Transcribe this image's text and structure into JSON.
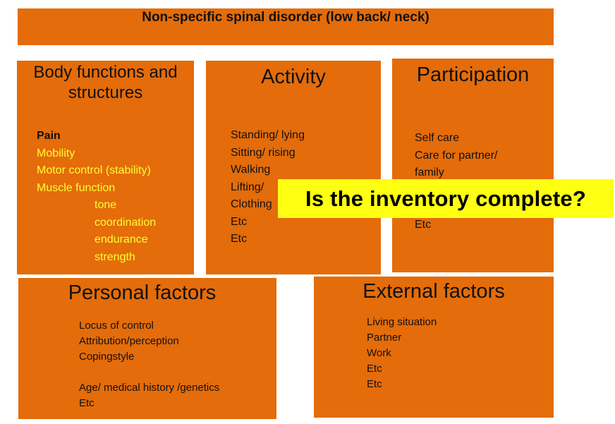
{
  "title": "Non-specific spinal disorder (low back/ neck)",
  "body_functions": {
    "heading_line1": "Body functions and",
    "heading_line2": "structures",
    "items": [
      "Pain",
      "Mobility",
      "Motor control (stability)",
      "Muscle function"
    ],
    "subitems": [
      "tone",
      "coordination",
      "endurance",
      "strength"
    ]
  },
  "activity": {
    "heading": "Activity",
    "items": [
      "Standing/ lying",
      "Sitting/ rising",
      "Walking",
      "Lifting/",
      "Clothing",
      "Etc",
      "Etc"
    ]
  },
  "participation": {
    "heading": "Participation",
    "items": [
      "Self care",
      "Care for partner/",
      "family",
      "Etc"
    ]
  },
  "personal": {
    "heading": "Personal factors",
    "items": [
      "Locus of control",
      "Attribution/perception",
      "Copingstyle",
      "",
      "Age/ medical history /genetics",
      "Etc"
    ]
  },
  "external": {
    "heading": "External factors",
    "items": [
      "Living situation",
      "Partner",
      "Work",
      "Etc",
      "Etc"
    ]
  },
  "callout": "Is the inventory complete?",
  "colors": {
    "box": "#e46c0a",
    "callout": "#ffff11",
    "highlight": "#ffff33"
  }
}
